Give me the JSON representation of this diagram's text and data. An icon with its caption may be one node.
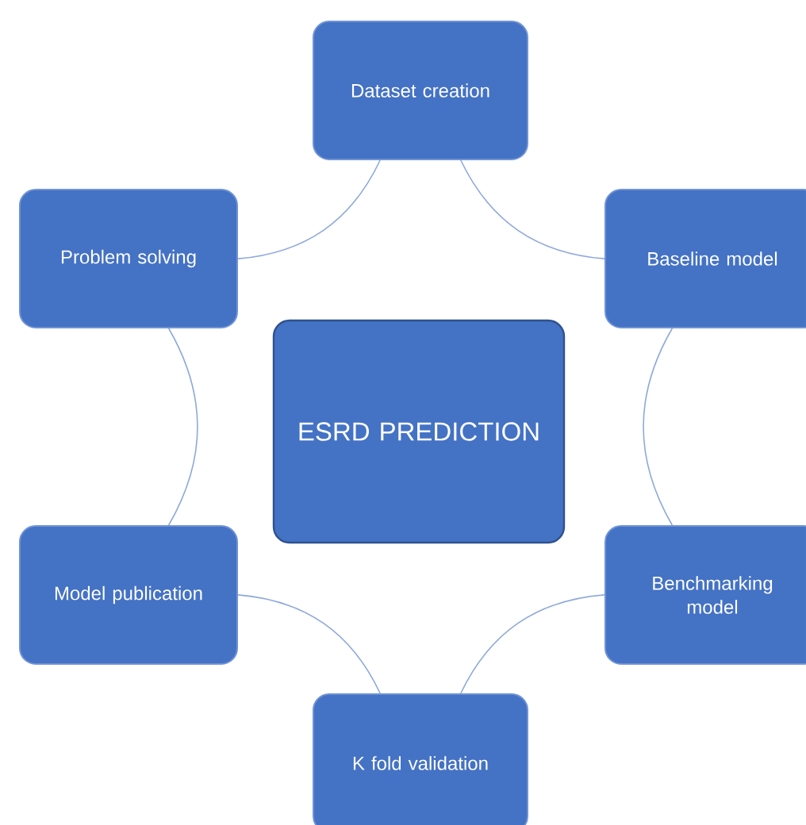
{
  "diagram": {
    "nodes": [
      {
        "text": [
          "Dataset creation"
        ]
      },
      {
        "text": [
          "Problem solving"
        ]
      },
      {
        "text": [
          "Baseline model"
        ]
      },
      {
        "text": [
          "ESRD PREDICTION"
        ]
      },
      {
        "text": [
          "Model publication"
        ]
      },
      {
        "text": [
          "Benchmarking model"
        ]
      },
      {
        "text": [
          "K fold validation"
        ]
      }
    ],
    "edges": [
      {
        "from": 0,
        "to": 2,
        "arrow": "none"
      },
      {
        "from": 2,
        "to": 5,
        "arrow": "none"
      },
      {
        "from": 5,
        "to": 6,
        "arrow": "none"
      },
      {
        "from": 6,
        "to": 4,
        "arrow": "none"
      },
      {
        "from": 4,
        "to": 1,
        "arrow": "none"
      },
      {
        "from": 1,
        "to": 0,
        "arrow": "none"
      }
    ]
  }
}
